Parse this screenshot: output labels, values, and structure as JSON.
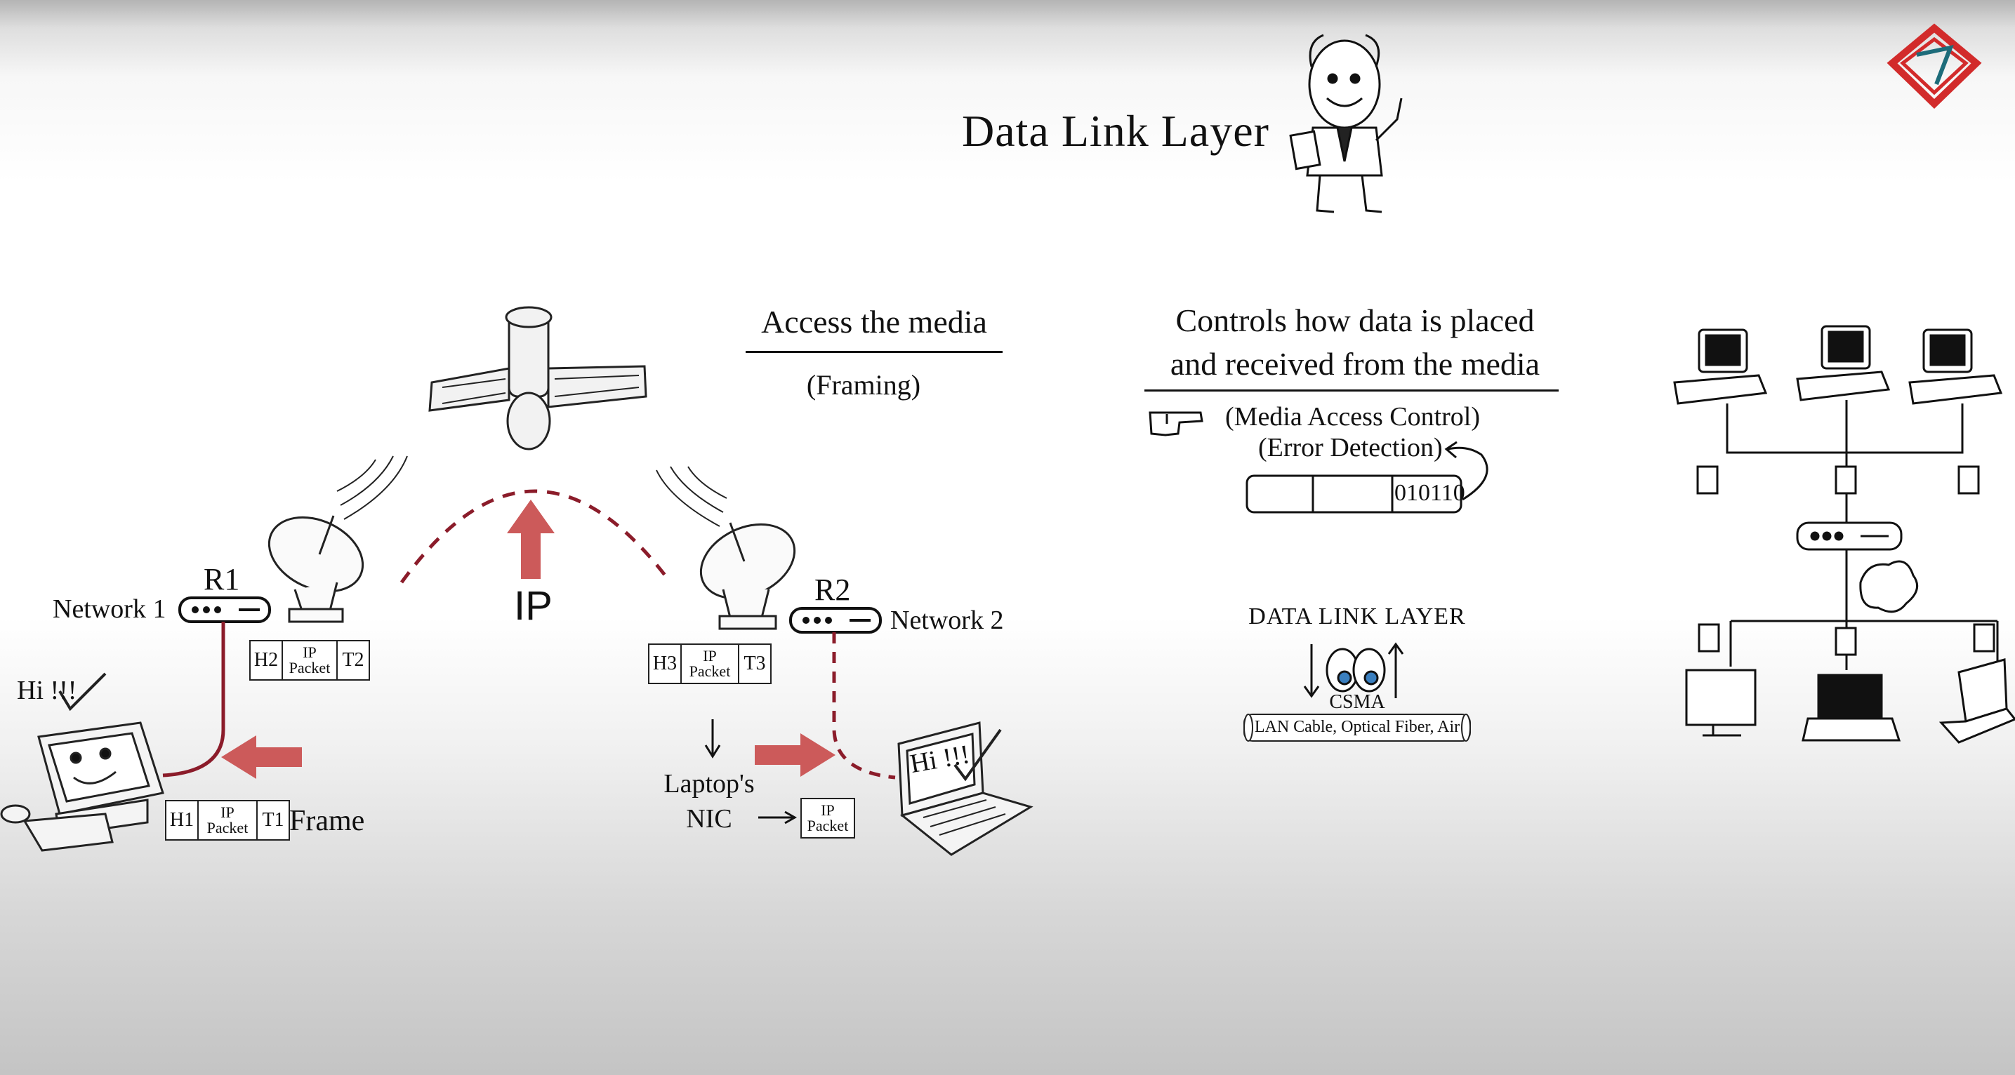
{
  "title": "Data Link Layer",
  "left_section": {
    "router1": {
      "label": "R1",
      "network": "Network 1"
    },
    "router2": {
      "label": "R2",
      "network": "Network 2"
    },
    "ip_label": "IP",
    "greeting_pc": "Hi !!!",
    "greeting_laptop": "Hi !!!",
    "frame_label": "Frame",
    "laptop_nic": [
      "Laptop's",
      "NIC"
    ],
    "packets": {
      "pc": {
        "header": "H1",
        "payload": [
          "IP",
          "Packet"
        ],
        "trailer": "T1"
      },
      "r1": {
        "header": "H2",
        "payload": [
          "IP",
          "Packet"
        ],
        "trailer": "T2"
      },
      "r2": {
        "header": "H3",
        "payload": [
          "IP",
          "Packet"
        ],
        "trailer": "T3"
      },
      "nic": {
        "payload": [
          "IP",
          "Packet"
        ]
      }
    }
  },
  "access": {
    "heading": "Access the media",
    "note": "(Framing)"
  },
  "controls": {
    "heading_line1": "Controls how data is placed",
    "heading_line2": "and received from the media",
    "mac": "(Media Access Control)",
    "error": "(Error Detection)",
    "bits": "010110"
  },
  "dll_box": {
    "label": "DATA LINK LAYER",
    "csma": "CSMA",
    "media": "LAN Cable, Optical Fiber, Air"
  },
  "colors": {
    "accent": "#8b1c2a",
    "arrow": "#cc5a5a",
    "logo": "#d22b2b"
  }
}
